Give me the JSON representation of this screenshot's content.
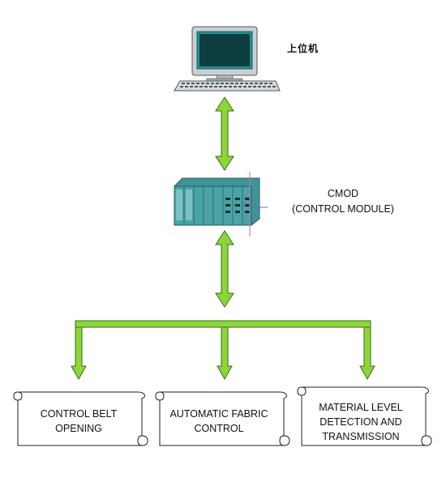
{
  "nodes": {
    "host": {
      "label": "上位机"
    },
    "cmod": {
      "line1": "CMOD",
      "line2": "(CONTROL MODULE)"
    },
    "outputs": [
      {
        "line1": "CONTROL BELT",
        "line2": "OPENING",
        "line3": ""
      },
      {
        "line1": "AUTOMATIC FABRIC",
        "line2": "CONTROL",
        "line3": ""
      },
      {
        "line1": "MATERIAL LEVEL",
        "line2": "DETECTION AND",
        "line3": "TRANSMISSION"
      }
    ]
  },
  "colors": {
    "arrow_fill": "#8cd63a",
    "arrow_stroke": "#3d6b16",
    "monitor": "#2a8f93",
    "module": "#4aa3a6"
  }
}
